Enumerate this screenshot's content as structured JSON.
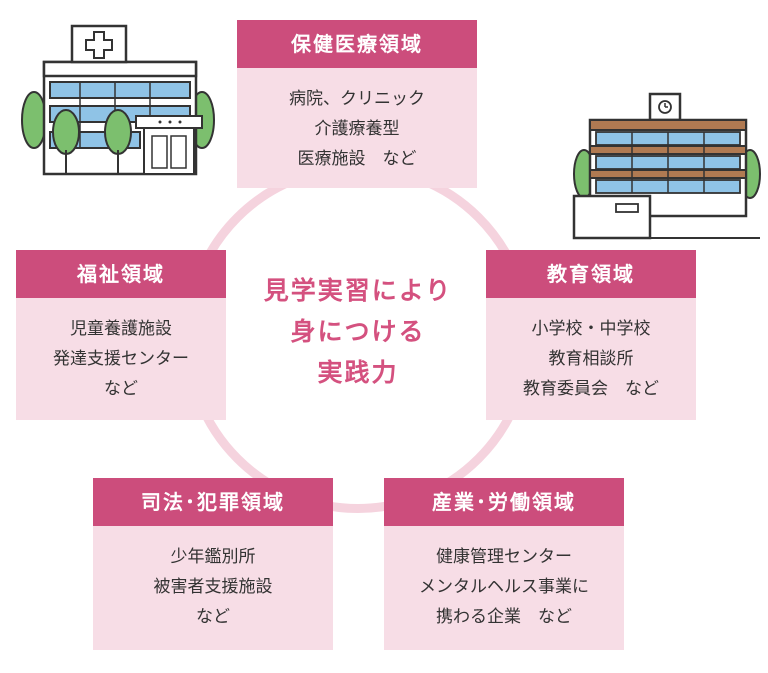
{
  "center": {
    "lines": [
      "見学実習により",
      "身につける",
      "実践力"
    ]
  },
  "boxes": {
    "health": {
      "title": "保健医療領域",
      "lines": [
        "病院、クリニック",
        "介護療養型",
        "医療施設　など"
      ]
    },
    "welfare": {
      "title": "福祉領域",
      "lines": [
        "児童養護施設",
        "発達支援センター",
        "など"
      ]
    },
    "education": {
      "title": "教育領域",
      "lines": [
        "小学校・中学校",
        "教育相談所",
        "教育委員会　など"
      ]
    },
    "justice": {
      "title": "司法･犯罪領域",
      "lines": [
        "少年鑑別所",
        "被害者支援施設",
        "など"
      ]
    },
    "industry": {
      "title": "産業･労働領域",
      "lines": [
        "健康管理センター",
        "メンタルヘルス事業に",
        "携わる企業　など"
      ]
    }
  },
  "colors": {
    "header": "#cc4d7c",
    "box": "#f7dde6",
    "ring": "#f5d3de",
    "accent_text": "#d4517f"
  },
  "icons": {
    "left": "hospital-icon",
    "right": "school-icon"
  }
}
